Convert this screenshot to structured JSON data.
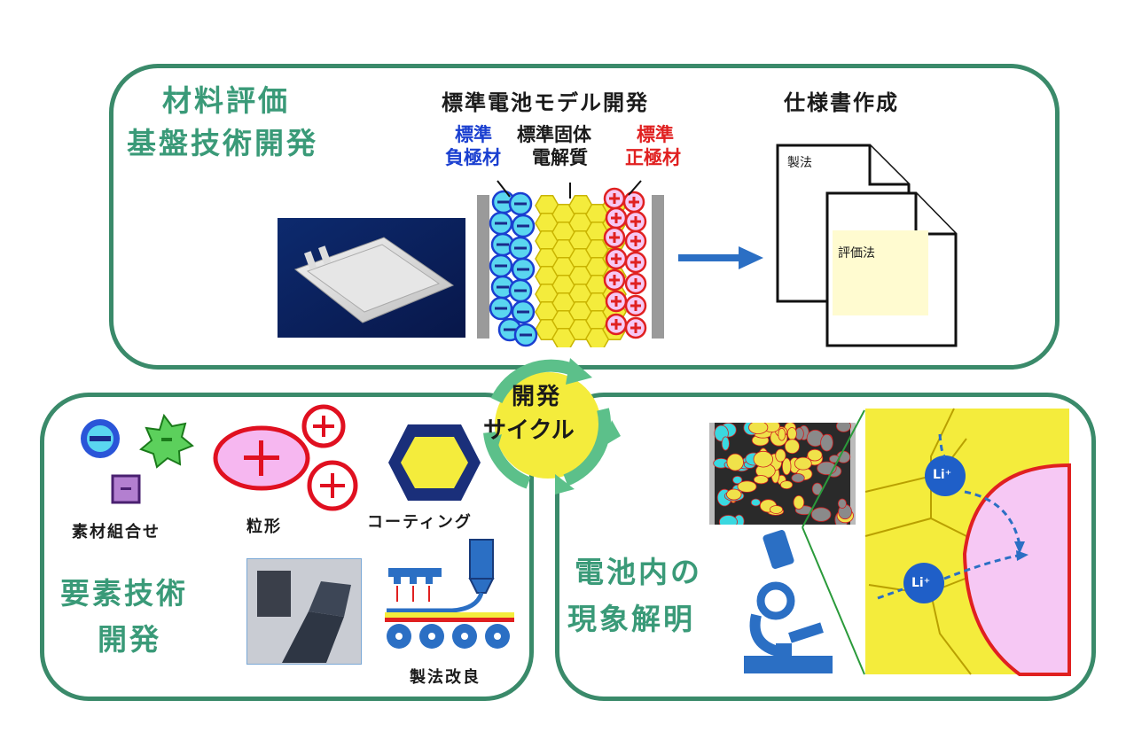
{
  "top": {
    "title_line1": "材料評価",
    "title_line2": "基盤技術開発",
    "model_title": "標準電池モデル開発",
    "spec_title": "仕様書作成",
    "anode_line1": "標準",
    "anode_line2": "負極材",
    "electrolyte_line1": "標準固体",
    "electrolyte_line2": "電解質",
    "cathode_line1": "標準",
    "cathode_line2": "正極材",
    "doc1": "製法",
    "doc2": "評価法"
  },
  "cycle": {
    "line1": "開発",
    "line2": "サイクル"
  },
  "bottom_left": {
    "title_line1": "要素技術",
    "title_line2": "開発",
    "materials_label": "素材組合せ",
    "particle_label": "粒形",
    "coating_label": "コーティング",
    "process_label": "製法改良"
  },
  "bottom_right": {
    "title_line1": "電池内の",
    "title_line2": "現象解明",
    "ion1": "Li⁺",
    "ion2": "Li⁺"
  },
  "colors": {
    "panel_border": "#3a8a6a",
    "title_green": "#3a9a78",
    "anode_blue": "#1a3fd0",
    "cathode_red": "#e02020",
    "electrolyte_yellow": "#f4ec3c",
    "cycle_arrow": "#5cc08a"
  }
}
